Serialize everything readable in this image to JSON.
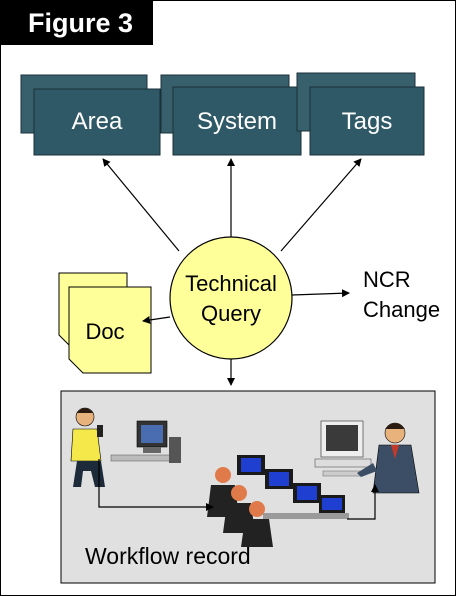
{
  "figure_label": "Figure 3",
  "entities": [
    "Area",
    "System",
    "Tags"
  ],
  "center_label": [
    "Technical",
    "Query"
  ],
  "doc_label": "Doc",
  "outputs": [
    "NCR",
    "Change"
  ],
  "workflow_label": "Workflow record",
  "colors": {
    "box_front": "#2f5966",
    "box_back": "#385f6c",
    "center_fill": "#ffff99",
    "doc_fill": "#ffff99",
    "panel_fill": "#e0e0e0",
    "stroke": "#000000"
  }
}
